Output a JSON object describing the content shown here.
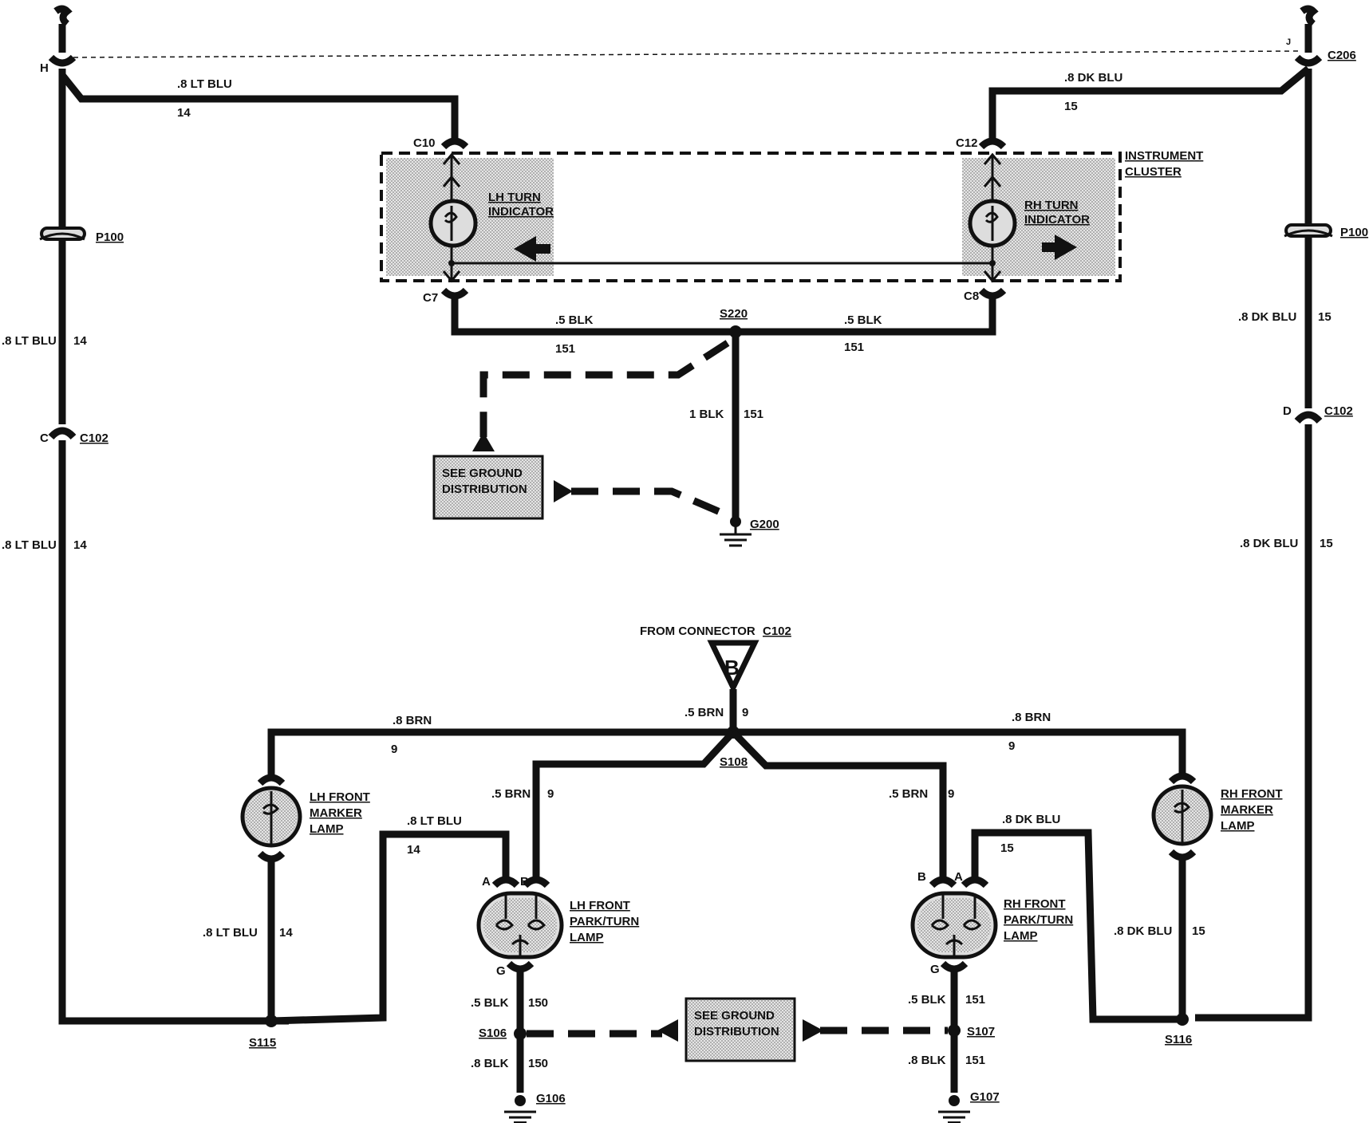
{
  "wire_labels": {
    "top_left_wire": ".8 LT BLU",
    "top_left_circuit": "14",
    "top_right_wire": ".8 DK BLU",
    "top_right_circuit": "15",
    "left_upper_wire": ".8 LT BLU",
    "left_upper_circuit": "14",
    "left_lower_wire": ".8 LT BLU",
    "left_lower_circuit": "14",
    "right_upper_wire": ".8 DK BLU",
    "right_upper_circuit": "15",
    "right_lower_wire": ".8 DK BLU",
    "right_lower_circuit": "15",
    "c7_wire": ".5 BLK",
    "c7_circuit": "151",
    "c8_wire": ".5 BLK",
    "c8_circuit": "151",
    "g200_wire": "1 BLK",
    "g200_circuit": "151",
    "s108_in_wire": ".5 BRN",
    "s108_in_circuit": "9",
    "lh_marker_wire": ".8 BRN",
    "lh_marker_circuit": "9",
    "rh_marker_wire": ".8 BRN",
    "rh_marker_circuit": "9",
    "lh_park_brn_wire": ".5 BRN",
    "lh_park_brn_circuit": "9",
    "rh_park_brn_wire": ".5 BRN",
    "rh_park_brn_circuit": "9",
    "lh_park_a_wire": ".8 LT BLU",
    "lh_park_a_circuit": "14",
    "rh_park_a_wire": ".8 DK BLU",
    "rh_park_a_circuit": "15",
    "lh_marker_low_wire": ".8 LT BLU",
    "lh_marker_low_circuit": "14",
    "rh_marker_low_wire": ".8 DK BLU",
    "rh_marker_low_circuit": "15",
    "lh_g_wire": ".5 BLK",
    "lh_g_circuit": "150",
    "lh_g2_wire": ".8 BLK",
    "lh_g2_circuit": "150",
    "rh_g_wire": ".5 BLK",
    "rh_g_circuit": "151",
    "rh_g2_wire": ".8 BLK",
    "rh_g2_circuit": "151"
  },
  "refs": {
    "c206": "C206",
    "c10": "C10",
    "c12": "C12",
    "c7": "C7",
    "c8": "C8",
    "p100_left": "P100",
    "p100_right": "P100",
    "c102_left": "C102",
    "c102_right": "C102",
    "s220": "S220",
    "g200": "G200",
    "s108": "S108",
    "s115": "S115",
    "s116": "S116",
    "s106": "S106",
    "s107": "S107",
    "g106": "G106",
    "g107": "G107",
    "from_connector_ref": "C102"
  },
  "pins": {
    "h": "H",
    "j": "J",
    "c_left": "C",
    "d_right": "D",
    "lh_a": "A",
    "lh_b": "B",
    "lh_g": "G",
    "rh_b": "B",
    "rh_a": "A",
    "rh_g": "G",
    "b_tag": "B"
  },
  "components": {
    "instrument_cluster_1": "INSTRUMENT",
    "instrument_cluster_2": "CLUSTER",
    "lh_turn_1": "LH TURN",
    "lh_turn_2": "INDICATOR",
    "rh_turn_1": "RH TURN",
    "rh_turn_2": "INDICATOR",
    "from_connector": "FROM CONNECTOR",
    "lh_marker_1": "LH FRONT",
    "lh_marker_2": "MARKER",
    "lh_marker_3": "LAMP",
    "rh_marker_1": "RH FRONT",
    "rh_marker_2": "MARKER",
    "rh_marker_3": "LAMP",
    "lh_park_1": "LH FRONT",
    "lh_park_2": "PARK/TURN",
    "lh_park_3": "LAMP",
    "rh_park_1": "RH FRONT",
    "rh_park_2": "PARK/TURN",
    "rh_park_3": "LAMP",
    "ground_dist_top_1": "SEE GROUND",
    "ground_dist_top_2": "DISTRIBUTION",
    "ground_dist_bottom_1": "SEE GROUND",
    "ground_dist_bottom_2": "DISTRIBUTION"
  }
}
